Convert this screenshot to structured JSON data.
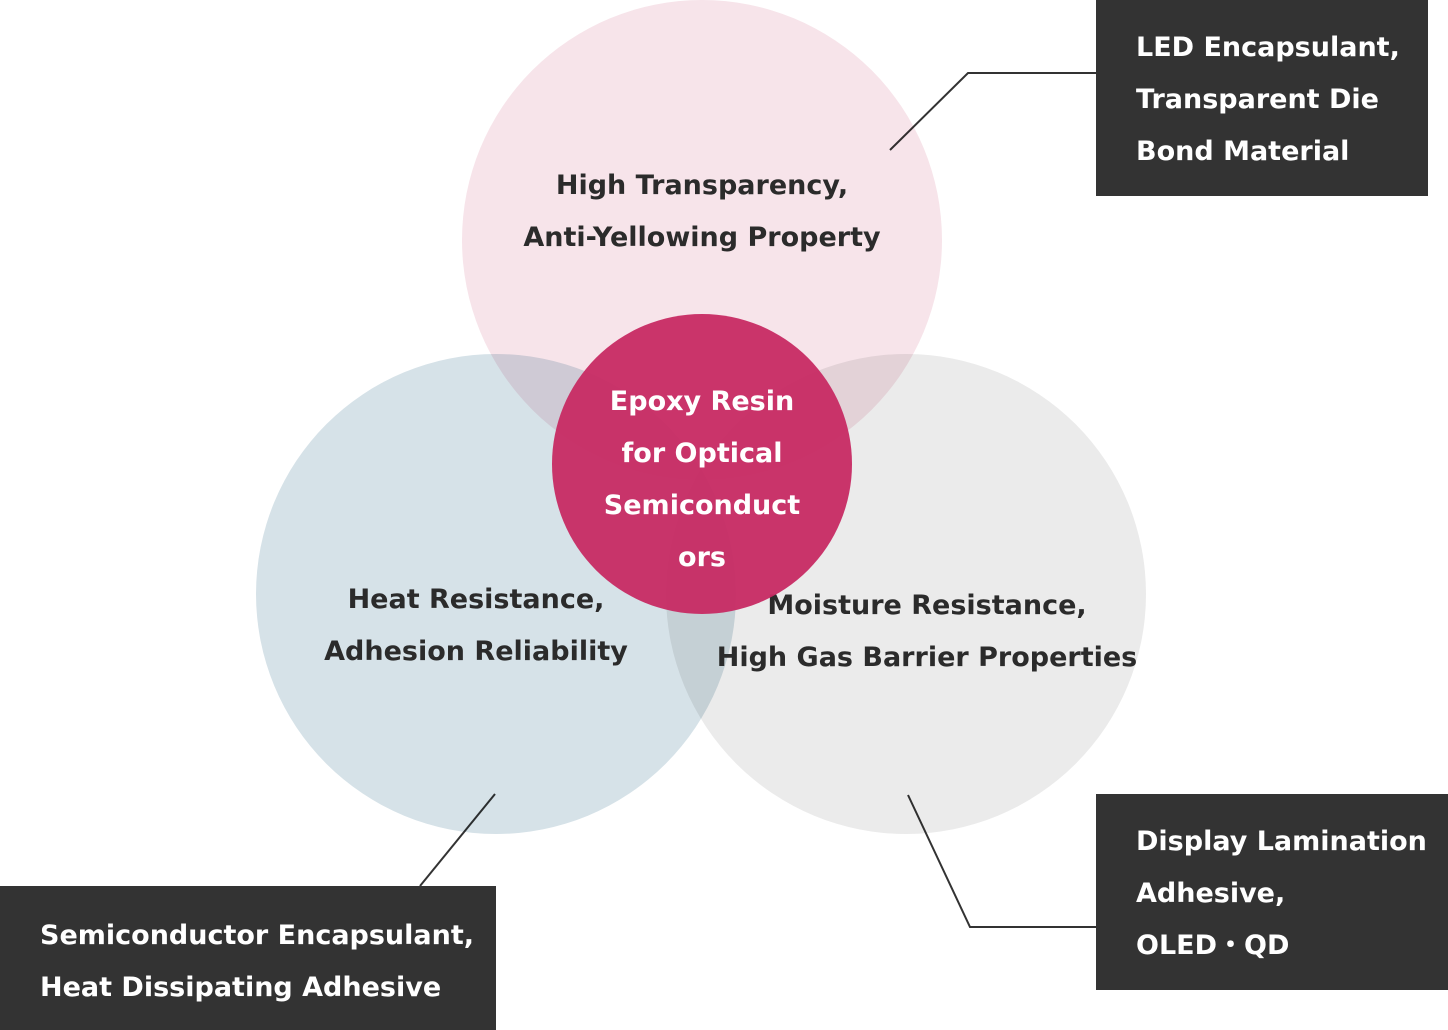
{
  "diagram": {
    "center": {
      "lines": [
        "Epoxy Resin",
        "for Optical",
        "Semiconduct",
        "ors"
      ]
    },
    "circles": [
      {
        "lines": [
          "High Transparency,",
          "Anti-Yellowing Property"
        ]
      },
      {
        "lines": [
          "Heat Resistance,",
          "Adhesion Reliability"
        ]
      },
      {
        "lines": [
          "Moisture Resistance,",
          "High Gas Barrier Properties"
        ]
      }
    ],
    "callouts": [
      {
        "lines": [
          "LED Encapsulant,",
          "Transparent Die",
          "Bond Material"
        ]
      },
      {
        "lines": [
          "Semiconductor Encapsulant,",
          "Heat Dissipating Adhesive"
        ]
      },
      {
        "lines": [
          "Display Lamination",
          "Adhesive,",
          "OLED・QD"
        ]
      }
    ],
    "colors": {
      "top_circle": "#f7e4ea",
      "left_circle": "#d6e2e8",
      "right_circle": "#ebebeb",
      "center_circle": "#c72a63",
      "callout_box": "#333333"
    }
  }
}
